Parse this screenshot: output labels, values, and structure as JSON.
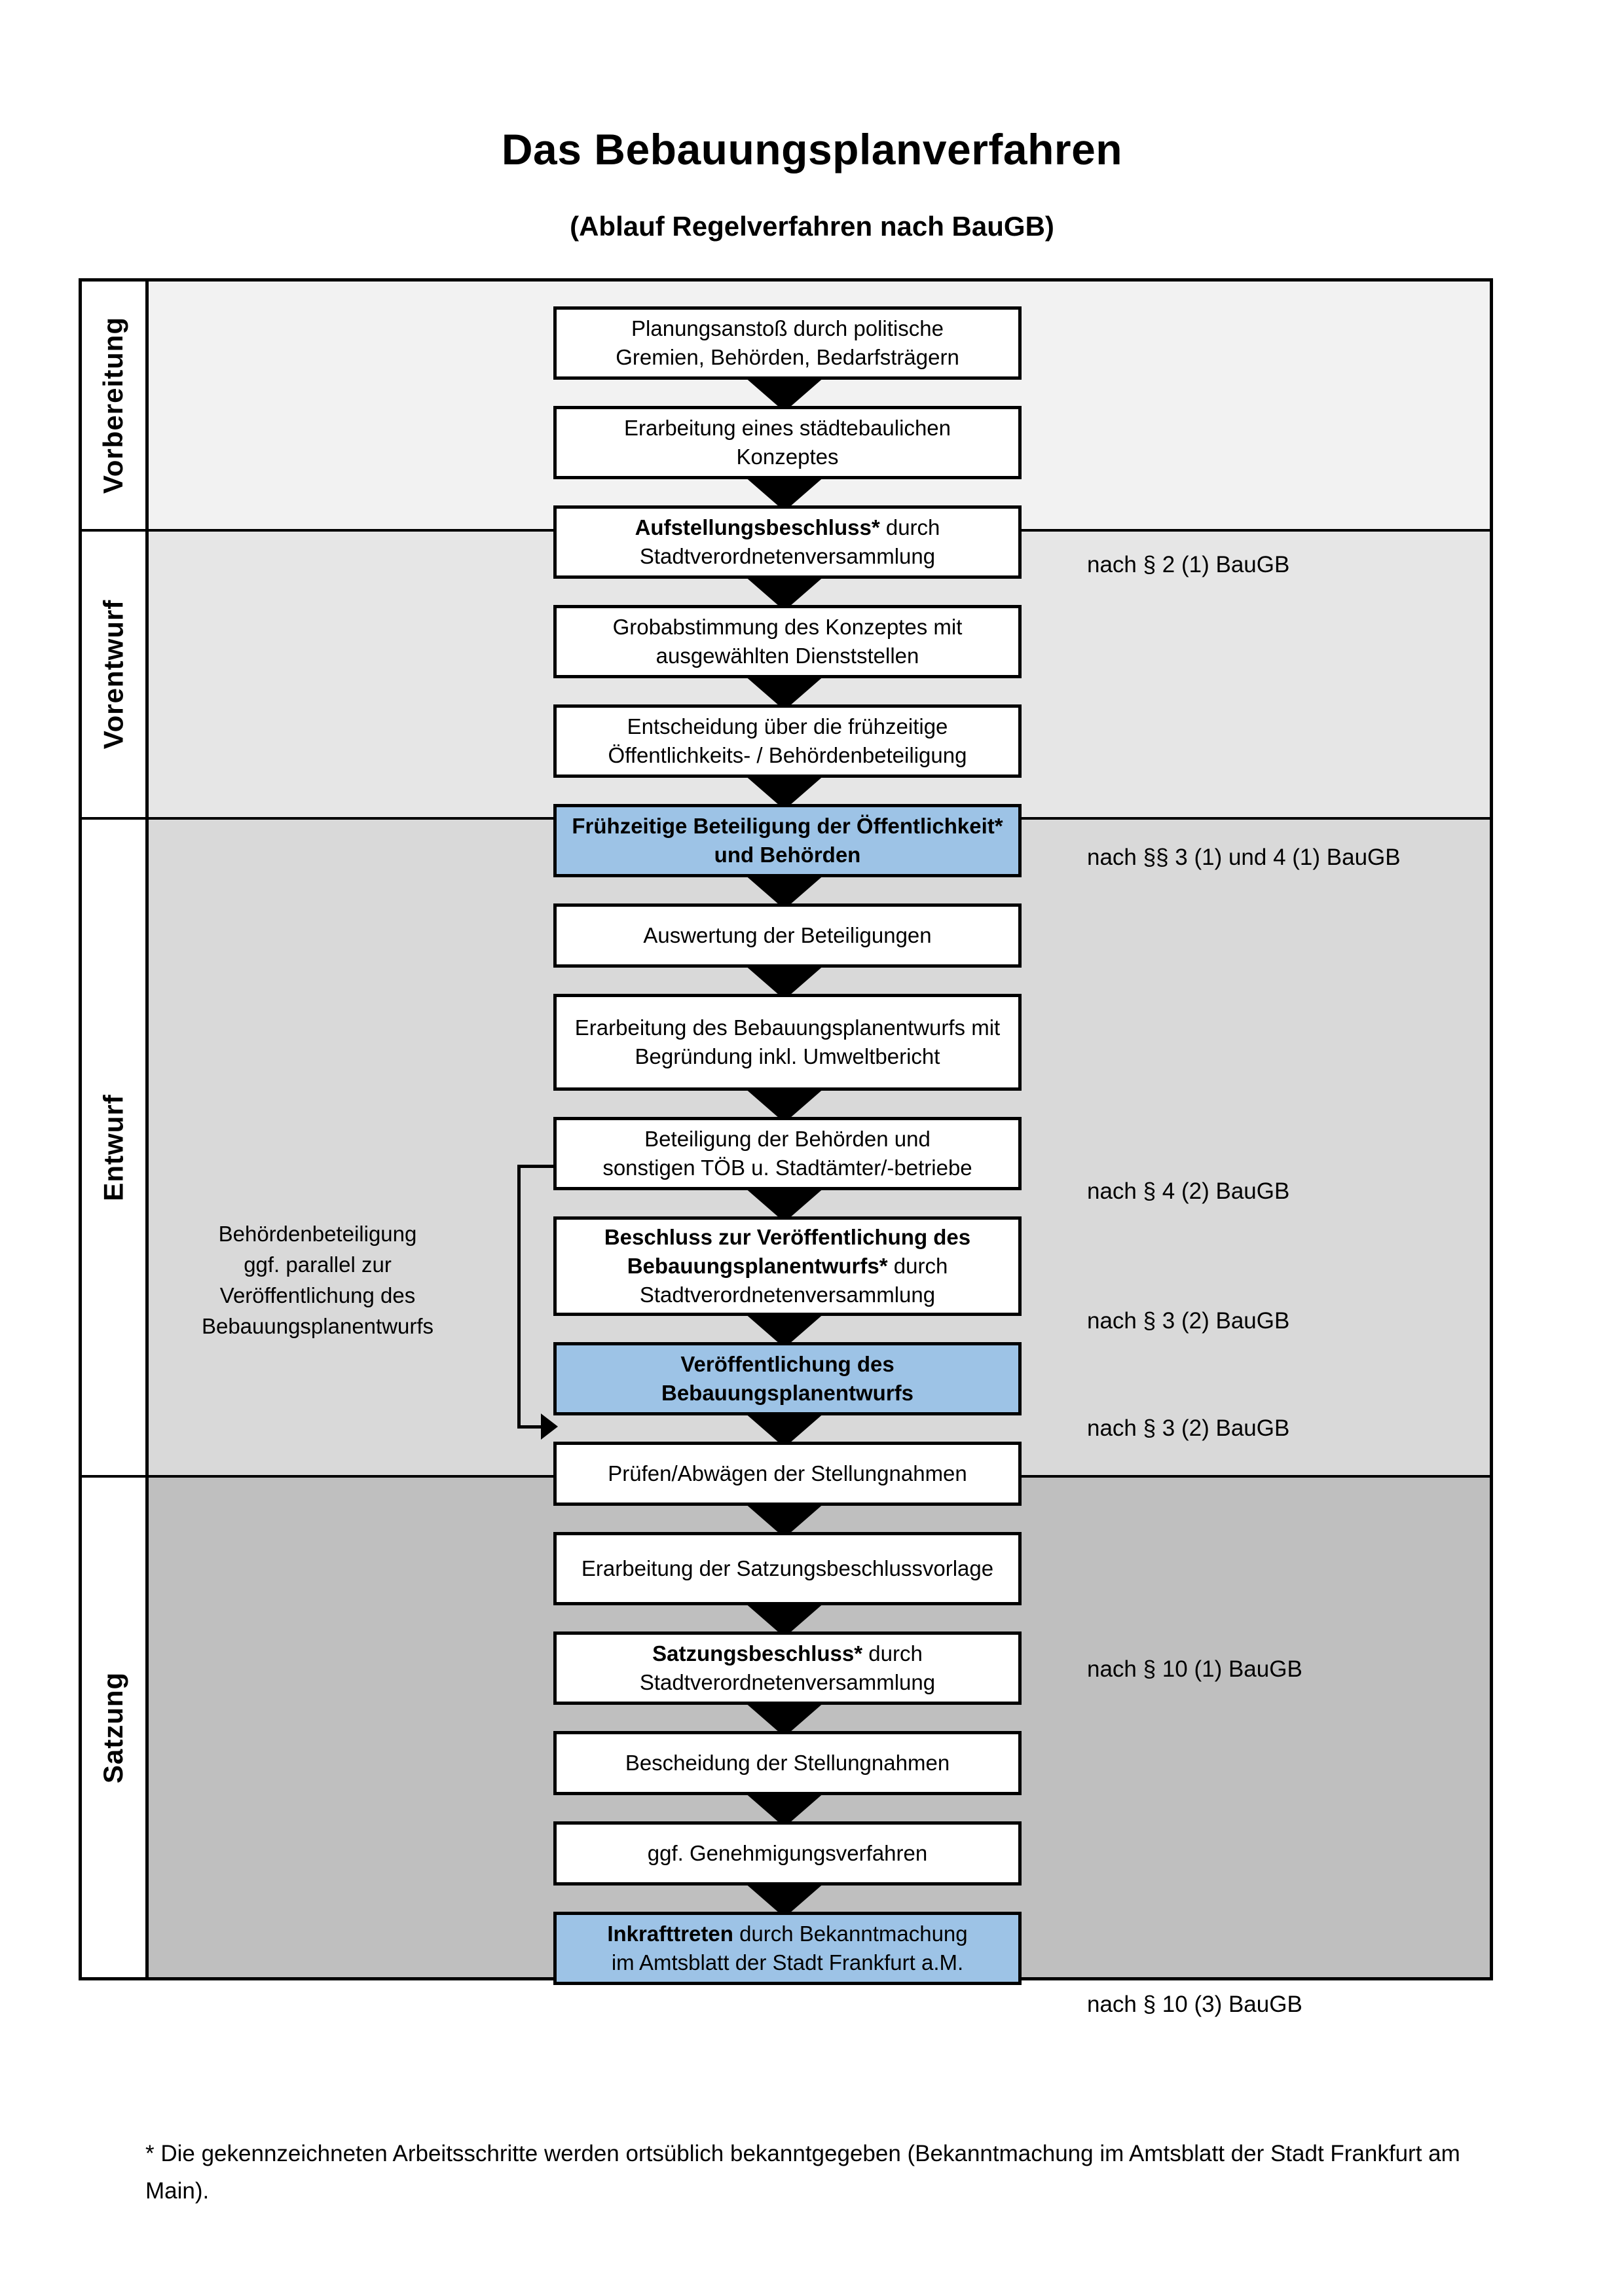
{
  "title": "Das Bebauungsplanverfahren",
  "subtitle": "(Ablauf Regelverfahren nach BauGB)",
  "phases": [
    {
      "label": "Vorbereitung",
      "background": "#f2f2f2"
    },
    {
      "label": "Vorentwurf",
      "background": "#e6e6e6"
    },
    {
      "label": "Entwurf",
      "background": "#d9d9d9"
    },
    {
      "label": "Satzung",
      "background": "#bfbfbf"
    }
  ],
  "accent_blue": "#9dc3e6",
  "steps": [
    {
      "line1": "Planungsanstoß durch politische",
      "line2": "Gremien, Behörden, Bedarfsträgern",
      "bold": "",
      "rest": "",
      "highlight": false
    },
    {
      "line1": "Erarbeitung eines städtebaulichen",
      "line2": "Konzeptes",
      "bold": "",
      "rest": "",
      "highlight": false
    },
    {
      "line1": "",
      "line2": "Stadtverordnetenversammlung",
      "bold": "Aufstellungsbeschluss*",
      "rest": " durch",
      "highlight": false
    },
    {
      "line1": "Grobabstimmung des Konzeptes mit",
      "line2": "ausgewählten Dienststellen",
      "bold": "",
      "rest": "",
      "highlight": false
    },
    {
      "line1": "Entscheidung über die frühzeitige",
      "line2": "Öffentlichkeits- / Behördenbeteiligung",
      "bold": "",
      "rest": "",
      "highlight": false
    },
    {
      "line1": "",
      "line2": "",
      "bold": "Frühzeitige Beteiligung der Öffentlichkeit* und Behörden",
      "rest": "",
      "highlight": true
    },
    {
      "line1": "Auswertung der Beteiligungen",
      "line2": "",
      "bold": "",
      "rest": "",
      "highlight": false
    },
    {
      "line1": "Erarbeitung des Bebauungsplanentwurfs mit Begründung inkl. Umweltbericht",
      "line2": "",
      "bold": "",
      "rest": "",
      "highlight": false
    },
    {
      "line1": "Beteiligung der Behörden und",
      "line2": "sonstigen TÖB u. Stadtämter/-betriebe",
      "bold": "",
      "rest": "",
      "highlight": false
    },
    {
      "line1": "",
      "line2": "Stadtverordnetenversammlung",
      "bold": "Beschluss zur Veröffentlichung des Bebauungsplanentwurfs*",
      "rest": " durch",
      "highlight": false
    },
    {
      "line1": "",
      "line2": "",
      "bold": "Veröffentlichung des Bebauungsplanentwurfs",
      "rest": "",
      "highlight": true
    },
    {
      "line1": "Prüfen/Abwägen der Stellungnahmen",
      "line2": "",
      "bold": "",
      "rest": "",
      "highlight": false
    },
    {
      "line1": "Erarbeitung der Satzungsbeschlussvorlage",
      "line2": "",
      "bold": "",
      "rest": "",
      "highlight": false
    },
    {
      "line1": "",
      "line2": "Stadtverordnetenversammlung",
      "bold": "Satzungsbeschluss*",
      "rest": " durch",
      "highlight": false
    },
    {
      "line1": "Bescheidung der Stellungnahmen",
      "line2": "",
      "bold": "",
      "rest": "",
      "highlight": false
    },
    {
      "line1": "ggf. Genehmigungsverfahren",
      "line2": "",
      "bold": "",
      "rest": "",
      "highlight": false
    },
    {
      "line1": "",
      "line2": "im Amtsblatt der Stadt Frankfurt a.M.",
      "bold": "Inkrafttreten",
      "rest": " durch Bekanntmachung",
      "highlight": true
    }
  ],
  "references": [
    {
      "text": "nach § 2 (1) BauGB"
    },
    {
      "text": "nach §§ 3 (1) und 4 (1) BauGB"
    },
    {
      "text": "nach § 4 (2) BauGB"
    },
    {
      "text": "nach § 3 (2) BauGB"
    },
    {
      "text": "nach § 3 (2) BauGB"
    },
    {
      "text": "nach § 10 (1) BauGB"
    },
    {
      "text": "nach § 10 (3) BauGB"
    }
  ],
  "side_note": {
    "line1": "Behördenbeteiligung",
    "line2": "ggf. parallel zur",
    "line3": "Veröffentlichung des",
    "line4": "Bebauungsplanentwurfs"
  },
  "footnote": "* Die gekennzeichneten Arbeitsschritte werden ortsüblich bekanntgegeben (Bekanntmachung im Amtsblatt  der Stadt Frankfurt am Main)."
}
